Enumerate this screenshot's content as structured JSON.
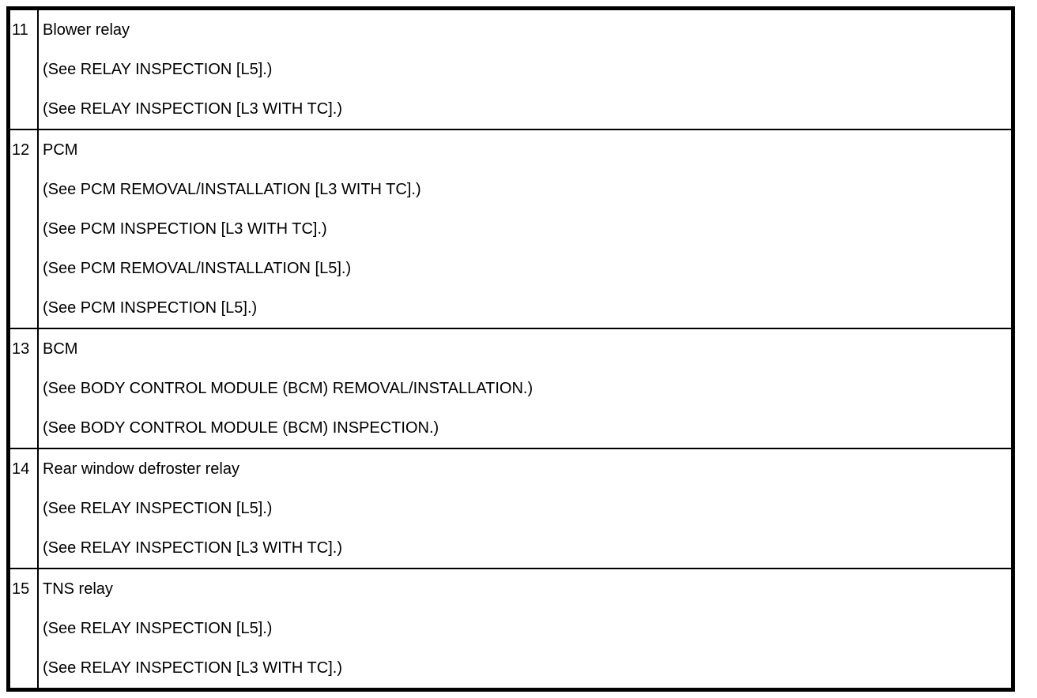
{
  "colors": {
    "border": "#000000",
    "background": "#ffffff",
    "text": "#000000"
  },
  "table": {
    "description": "Component index table rows 11-15",
    "rows": [
      {
        "num": "11",
        "title": "Blower relay",
        "refs": [
          "(See RELAY INSPECTION [L5].)",
          "(See RELAY INSPECTION [L3 WITH TC].)"
        ]
      },
      {
        "num": "12",
        "title": "PCM",
        "refs": [
          "(See PCM REMOVAL/INSTALLATION [L3 WITH TC].)",
          "(See PCM INSPECTION [L3 WITH TC].)",
          "(See PCM REMOVAL/INSTALLATION [L5].)",
          "(See PCM INSPECTION [L5].)"
        ]
      },
      {
        "num": "13",
        "title": "BCM",
        "refs": [
          "(See BODY CONTROL MODULE (BCM) REMOVAL/INSTALLATION.)",
          "(See BODY CONTROL MODULE (BCM) INSPECTION.)"
        ]
      },
      {
        "num": "14",
        "title": "Rear window defroster relay",
        "refs": [
          "(See RELAY INSPECTION [L5].)",
          "(See RELAY INSPECTION [L3 WITH TC].)"
        ]
      },
      {
        "num": "15",
        "title": "TNS relay",
        "refs": [
          "(See RELAY INSPECTION [L5].)",
          "(See RELAY INSPECTION [L3 WITH TC].)"
        ]
      }
    ]
  }
}
